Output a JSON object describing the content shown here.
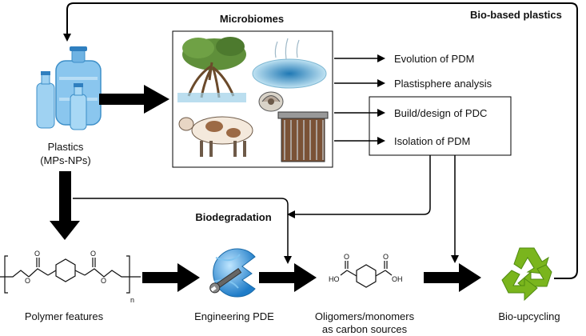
{
  "titles": {
    "microbiomes": "Microbiomes",
    "bio_based_plastics": "Bio-based plastics",
    "biodegradation": "Biodegradation"
  },
  "plastics": {
    "line1": "Plastics",
    "line2": "(MPs-NPs)"
  },
  "outcomes": [
    {
      "label": "Evolution of PDM"
    },
    {
      "label": "Plastisphere analysis"
    },
    {
      "label": "Build/design of PDC"
    },
    {
      "label": "Isolation of PDM"
    }
  ],
  "bottom_row": {
    "polymer": "Polymer features",
    "engineering": "Engineering PDE",
    "oligomers_line1": "Oligomers/monomers",
    "oligomers_line2": "as carbon sources",
    "upcycling": "Bio-upcycling"
  },
  "chemistry": {
    "oxygen": "O",
    "hydroxyl": "OH",
    "hydroxyl_left": "HO",
    "subscript_n": "n"
  },
  "colors": {
    "recycle_green": "#7ab51d",
    "globe_blue": "#3a9fe0",
    "arrow": "#000000"
  }
}
